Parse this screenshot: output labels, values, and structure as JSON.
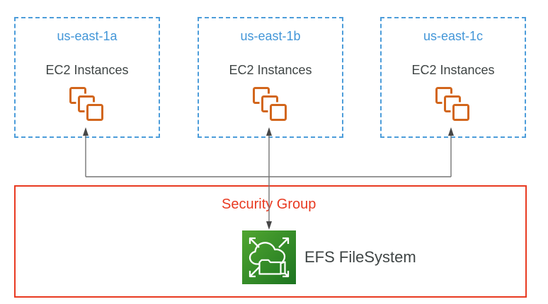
{
  "zones": [
    {
      "name": "us-east-1a",
      "resource_label": "EC2 Instances"
    },
    {
      "name": "us-east-1b",
      "resource_label": "EC2 Instances"
    },
    {
      "name": "us-east-1c",
      "resource_label": "EC2 Instances"
    }
  ],
  "security_group": {
    "label": "Security Group"
  },
  "efs": {
    "label": "EFS FileSystem"
  },
  "icons": {
    "ec2": "ec2-instances-stack-icon",
    "efs": "efs-filesystem-icon"
  },
  "colors": {
    "az_border": "#4D9DDA",
    "az_label_text": "#4396D8",
    "ec2_orange": "#D2661C",
    "dark_text": "#3F4545",
    "security_red": "#E83A21",
    "efs_green_light": "#4EA32F",
    "efs_green_dark": "#1E7621",
    "connector_line": "#757575",
    "arrowhead": "#474747"
  }
}
